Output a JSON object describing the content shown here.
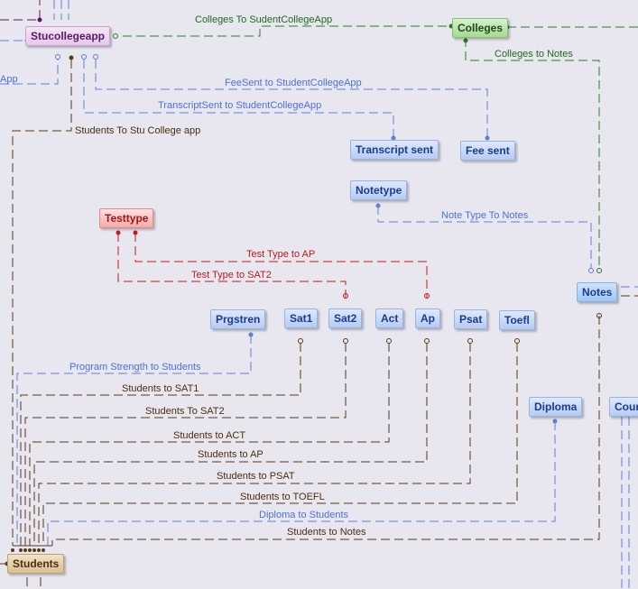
{
  "colors": {
    "background": "#e8e6ef",
    "rel_green": "#2d7a2d",
    "rel_blue": "#5b80d8",
    "rel_brown": "#5a3a16",
    "rel_red": "#c01c1c"
  },
  "entities": {
    "stucollegeapp": "Stucollegeapp",
    "colleges": "Colleges",
    "transcript_sent": "Transcript sent",
    "fee_sent": "Fee sent",
    "notetype": "Notetype",
    "testtype": "Testtype",
    "prgstren": "Prgstren",
    "sat1": "Sat1",
    "sat2": "Sat2",
    "act": "Act",
    "ap": "Ap",
    "psat": "Psat",
    "toefl": "Toefl",
    "notes": "Notes",
    "diploma": "Diploma",
    "coun": "Coun",
    "students": "Students"
  },
  "relationships": {
    "colleges_to_stucollegeapp": "Colleges To SudentCollegeApp",
    "colleges_to_notes": "Colleges to Notes",
    "feesent_to_stucollegeapp": "FeeSent to StudentCollegeApp",
    "transcriptsent_to_stucollegeapp": "TranscriptSent to StudentCollegeApp",
    "students_to_stucollegeapp": "Students To Stu College app",
    "notetype_to_notes": "Note Type To Notes",
    "testtype_to_ap": "Test Type to AP",
    "testtype_to_sat2": "Test Type to SAT2",
    "prgstren_to_students": "Program Strength to Students",
    "students_to_sat1": "Students to SAT1",
    "students_to_sat2": "Students To SAT2",
    "students_to_act": "Students to ACT",
    "students_to_ap": "Students to AP",
    "students_to_psat": "Students to PSAT",
    "students_to_toefl": "Students to TOEFL",
    "diploma_to_students": "Diploma to Students",
    "students_to_notes": "Students to Notes",
    "app_fragment": "App"
  }
}
